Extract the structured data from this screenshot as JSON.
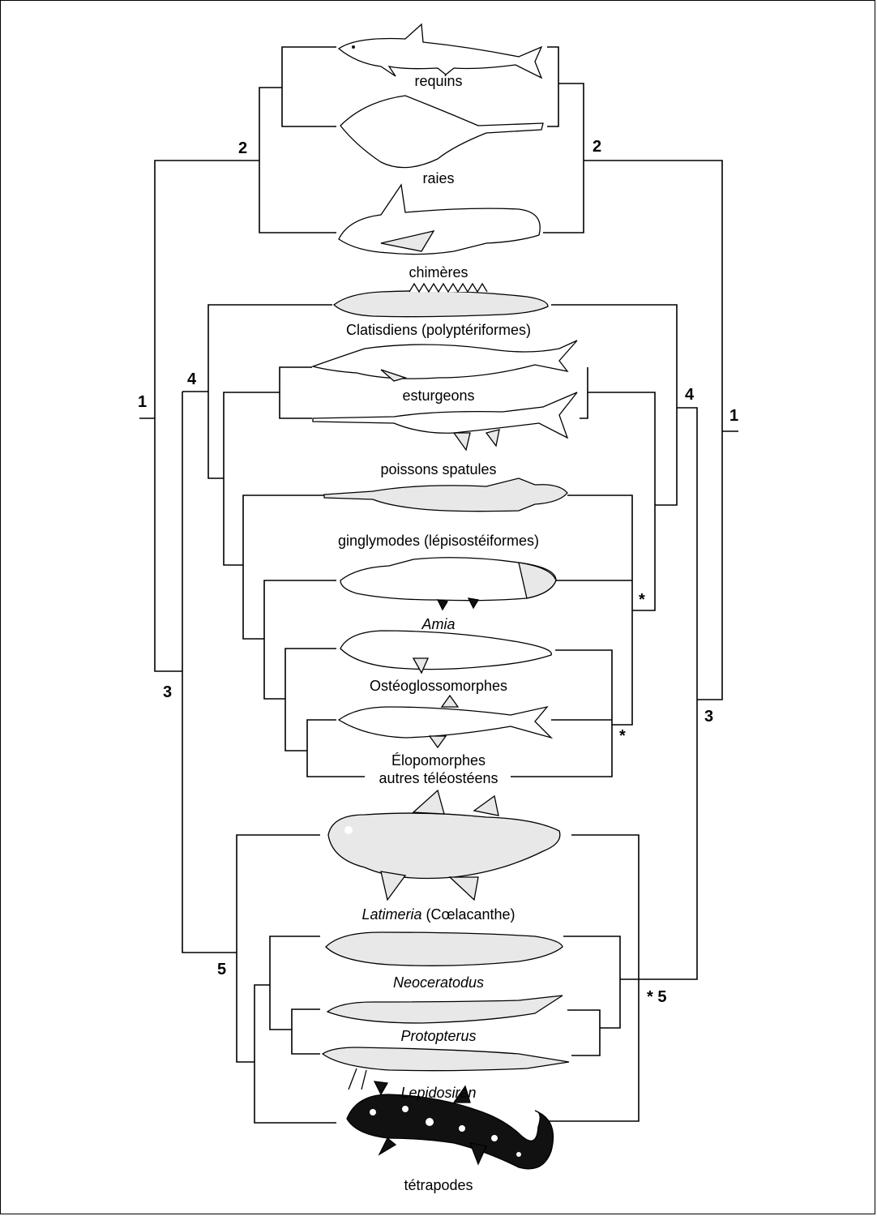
{
  "taxa": {
    "requins": "requins",
    "raies": "raies",
    "chimeres": "chimères",
    "clatisdiens": "Clatisdiens (polyptériformes)",
    "esturgeons": "esturgeons",
    "poissons_spatules": "poissons spatules",
    "ginglymodes": "ginglymodes (lépisostéiformes)",
    "amia": "Amia",
    "osteoglossomorphes": "Ostéoglossomorphes",
    "elopomorphes": "Élopomorphes",
    "autres_teleosteens": "autres téléostéens",
    "latimeria": "Latimeria",
    "latimeria_suffix": " (Cœlacanthe)",
    "neoceratodus": "Neoceratodus",
    "protopterus": "Protopterus",
    "lepidosiren": "Lepidosiren",
    "tetrapodes": "tétrapodes"
  },
  "nodes_left": {
    "n1": "1",
    "n2": "2",
    "n3": "3",
    "n4": "4",
    "n5": "5"
  },
  "nodes_right": {
    "n1": "1",
    "n2": "2",
    "n3": "3",
    "n4": "4",
    "star_amia": "*",
    "star_elops": "*",
    "star_5": "* 5"
  }
}
